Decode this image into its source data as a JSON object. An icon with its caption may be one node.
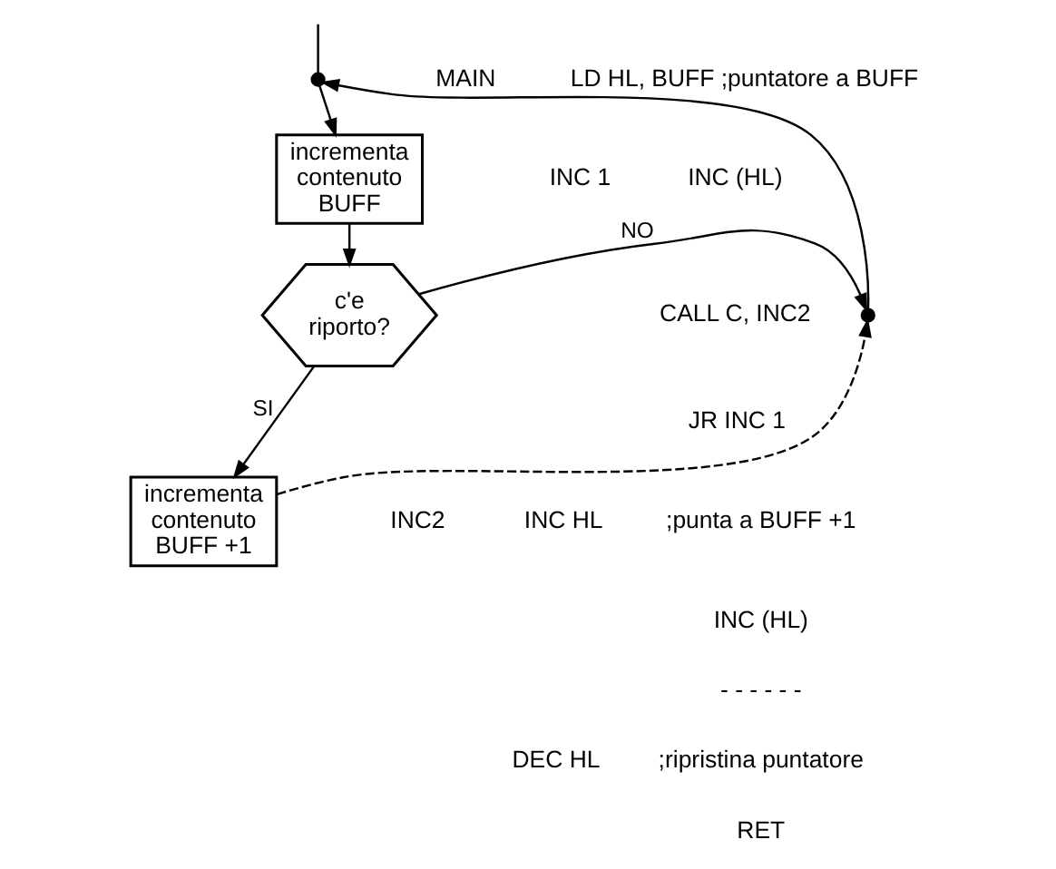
{
  "diagram": {
    "nodes": [
      {
        "text": [],
        "shape": "circle"
      },
      {
        "text": [
          "incrementa contenuto BUFF"
        ]
      },
      {
        "text": [
          "c'e riporto?"
        ]
      },
      {
        "text": [],
        "shape": "circle"
      },
      {
        "text": [
          "incrementa contenuto BUFF +1"
        ]
      }
    ],
    "edges": [
      {
        "from": null,
        "to": 0,
        "arrow": "none"
      },
      {
        "from": 0,
        "to": 1,
        "arrow": "to"
      },
      {
        "from": 1,
        "to": 2,
        "arrow": "to"
      },
      {
        "from": 2,
        "to": 3,
        "arrow": "to",
        "label": "NO"
      },
      {
        "from": 3,
        "to": 0,
        "arrow": "to"
      },
      {
        "from": 2,
        "to": 4,
        "arrow": "to",
        "label": "SI"
      },
      {
        "from": 4,
        "to": 3,
        "arrow": "to",
        "style": "dashed"
      }
    ],
    "labels": [
      "MAIN",
      "LD HL, BUFF ;puntatore a BUFF",
      "INC 1",
      "INC (HL)",
      "CALL C, INC2",
      "JR INC 1",
      "INC2",
      "INC HL",
      ";punta a BUFF +1",
      "INC (HL)",
      "- - - - - -",
      "DEC HL",
      ";ripristina puntatore",
      "RET"
    ]
  }
}
